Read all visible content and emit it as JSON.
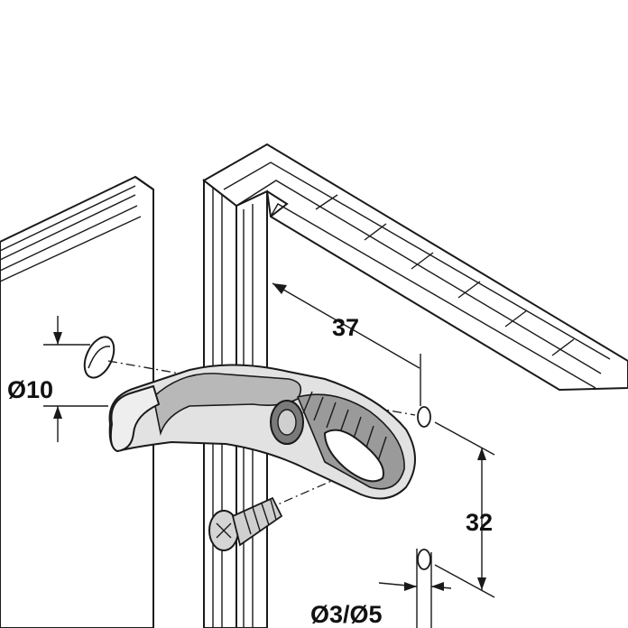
{
  "dimensions": {
    "hole_diameter": "Ø10",
    "distance_horizontal": "37",
    "distance_vertical": "32",
    "screw_diameters": "Ø3/Ø5"
  },
  "colors": {
    "line": "#1a1a1a",
    "background": "#ffffff",
    "part_fill": "#d9d9d9",
    "part_shade": "#8c8c8c"
  }
}
